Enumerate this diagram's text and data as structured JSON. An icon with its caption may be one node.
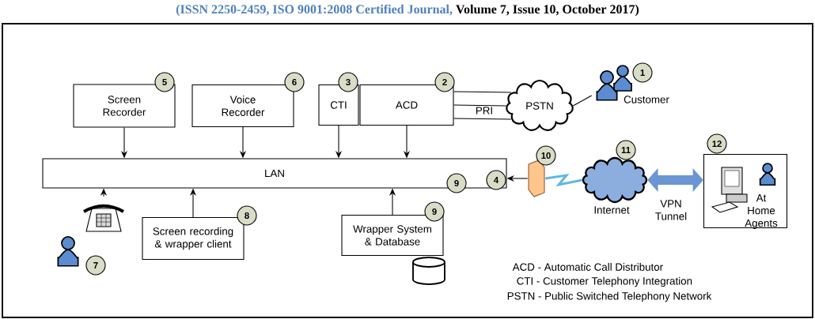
{
  "diagram": {
    "nodes": [
      {
        "text": [
          "Screen Recorder"
        ],
        "beside": [
          "5"
        ]
      },
      {
        "text": [
          "Voice Recorder"
        ],
        "beside": [
          "6"
        ]
      },
      {
        "text": [
          "CTI"
        ],
        "beside": [
          "3"
        ]
      },
      {
        "text": [
          "ACD"
        ],
        "beside": [
          "2"
        ]
      },
      {
        "text": [
          "PSTN"
        ]
      },
      {
        "text": [
          "Customer"
        ],
        "beside": [
          "1"
        ]
      },
      {
        "text": [
          "LAN",
          "9",
          "4"
        ]
      },
      {
        "text": [],
        "shape": "firewall",
        "beside": [
          "10"
        ]
      },
      {
        "text": [
          "Internet"
        ],
        "beside": [
          "11"
        ]
      },
      {
        "text": [
          "At Home Agents"
        ],
        "beside": [
          "12"
        ]
      },
      {
        "text": [],
        "shape": "phone",
        "beside": [
          "7"
        ]
      },
      {
        "text": [
          "Screen recording & wrapper client"
        ],
        "beside": [
          "8"
        ]
      },
      {
        "text": [
          "Wrapper System & Database"
        ],
        "beside": [
          "9"
        ]
      },
      {
        "text": [],
        "shape": "cylinder"
      }
    ],
    "edges": [
      {
        "from": 0,
        "to": 6,
        "arrow": "to"
      },
      {
        "from": 1,
        "to": 6,
        "arrow": "to"
      },
      {
        "from": 2,
        "to": 6,
        "arrow": "to"
      },
      {
        "from": 3,
        "to": 6,
        "arrow": "to"
      },
      {
        "from": 10,
        "to": 6,
        "arrow": "to"
      },
      {
        "from": 11,
        "to": 6,
        "arrow": "to"
      },
      {
        "from": 12,
        "to": 6,
        "arrow": "to"
      },
      {
        "from": 3,
        "to": 4,
        "arrow": "none",
        "label": "PRI"
      },
      {
        "from": 4,
        "to": 5,
        "arrow": "none"
      },
      {
        "from": 7,
        "to": 6,
        "arrow": "to"
      },
      {
        "from": 7,
        "to": 8,
        "arrow": "none",
        "style": "thick",
        "color": "#5fb8e0"
      },
      {
        "from": 8,
        "to": 9,
        "arrow": "both",
        "style": "thick",
        "color": "#6a96d4",
        "label": "VPN Tunnel"
      },
      {
        "from": 3,
        "to": 4,
        "arrow": "none"
      },
      {
        "from": 3,
        "to": 4,
        "arrow": "none"
      }
    ],
    "labels": [
      "(ISSN 2250-2459, ISO 9001:2008 Certified Journal,",
      "Volume 7, Issue 10, October 2017)",
      "ACD - Automatic Call Distributor",
      "CTI - Customer Telephony Integration",
      "PSTN - Public Switched Telephony Network"
    ]
  }
}
